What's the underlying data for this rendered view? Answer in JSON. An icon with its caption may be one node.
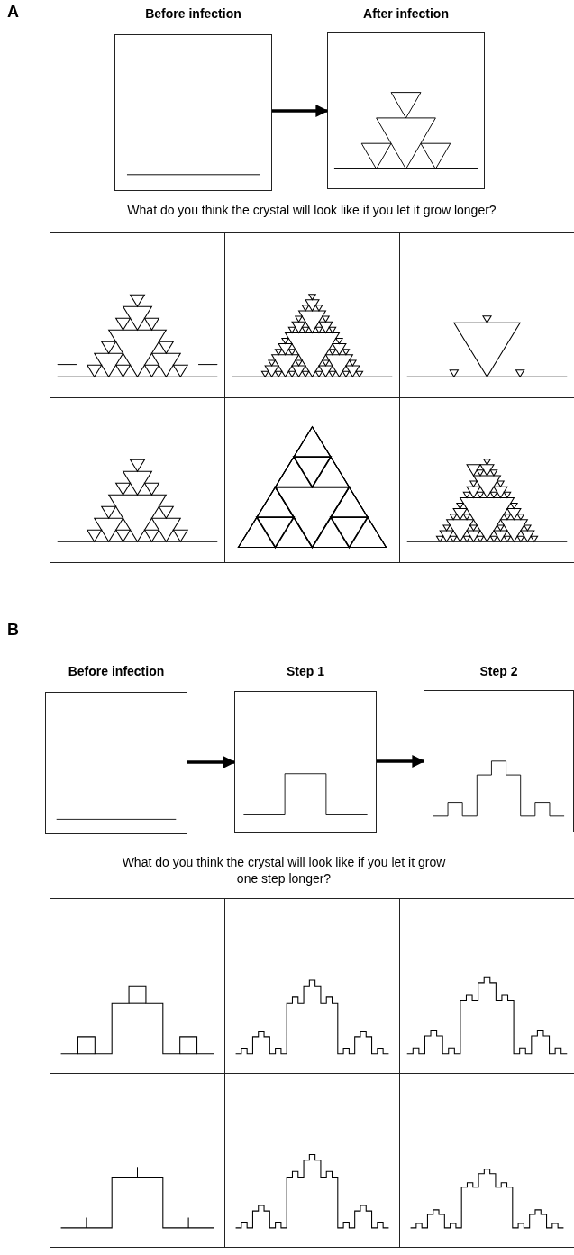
{
  "diagram": {
    "nodes": [
      {
        "text": [
          "Before infection"
        ]
      },
      {
        "text": [
          "After infection"
        ]
      },
      {
        "text": [],
        "shape": "picture"
      },
      {
        "text": [],
        "shape": "picture"
      },
      {
        "text": [],
        "shape": "picture"
      },
      {
        "text": [],
        "shape": "picture"
      },
      {
        "text": [],
        "shape": "picture"
      },
      {
        "text": [],
        "shape": "picture"
      },
      {
        "text": [
          "Before infection"
        ]
      },
      {
        "text": [
          "Step 1"
        ]
      },
      {
        "text": [
          "Step 2"
        ]
      },
      {
        "text": [],
        "shape": "picture"
      },
      {
        "text": [],
        "shape": "picture"
      },
      {
        "text": [],
        "shape": "picture"
      },
      {
        "text": [],
        "shape": "picture"
      },
      {
        "text": [],
        "shape": "picture"
      },
      {
        "text": [],
        "shape": "picture"
      }
    ],
    "edges": [
      {
        "from": 0,
        "to": 1,
        "arrow": "to"
      },
      {
        "from": 8,
        "to": 9,
        "arrow": "to"
      },
      {
        "from": 9,
        "to": 10,
        "arrow": "to"
      }
    ],
    "labels": [
      "A",
      "What do you think the crystal will look like if you let it grow longer?",
      "B",
      "What do you think the crystal will look like if you let it grow one step longer?"
    ]
  }
}
